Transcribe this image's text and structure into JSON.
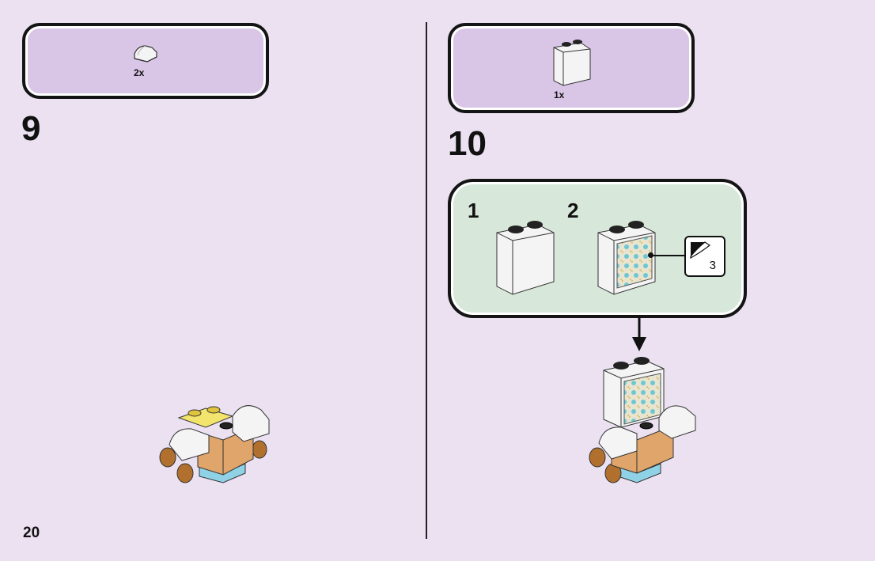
{
  "page_number": "20",
  "step9": {
    "number": "9",
    "parts": [
      {
        "name": "white-curved-slope-1x1",
        "quantity": "2x"
      }
    ]
  },
  "step10": {
    "number": "10",
    "parts": [
      {
        "name": "white-brick-1x2x2",
        "quantity": "1x"
      }
    ],
    "substeps": [
      {
        "number": "1",
        "description_icon": "white-brick-icon"
      },
      {
        "number": "2",
        "description_icon": "printed-brick-icon"
      }
    ],
    "sticker_number": "3"
  },
  "colors": {
    "background": "#ebe1f1",
    "parts_box": "#d9c6e7",
    "substep_box": "#d7e7da",
    "tan_brick": "#dfa56a",
    "white_brick": "#f4f4f4",
    "light_blue": "#8fd2e6",
    "yellow": "#f2e46c"
  }
}
